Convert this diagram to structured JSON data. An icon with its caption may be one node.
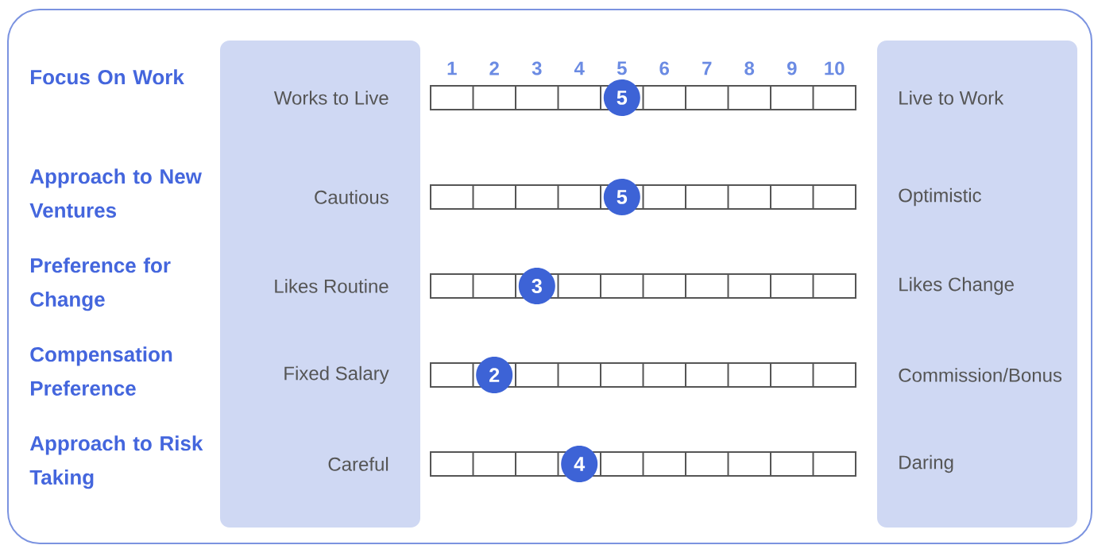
{
  "diagram": {
    "nodes": [
      {
        "text": [
          "Works to Live",
          "Cautious",
          "Likes Routine",
          "Fixed Salary",
          "Careful"
        ]
      },
      {
        "text": [
          "Live to Work",
          "Optimistic",
          "Likes Change",
          "Commission/Bonus",
          "Daring"
        ]
      },
      {
        "text": [
          "5"
        ]
      },
      {
        "text": [
          "5"
        ]
      },
      {
        "text": [
          "3"
        ]
      },
      {
        "text": [
          "2"
        ]
      },
      {
        "text": [
          "4"
        ]
      }
    ],
    "labels": [
      "1",
      "2",
      "3",
      "4",
      "5",
      "6",
      "7",
      "8",
      "9",
      "10",
      "Focus On Work",
      "Approach to New Ventures",
      "Preference for Change",
      "Compensation Preference",
      "Approach to Risk Taking"
    ]
  }
}
